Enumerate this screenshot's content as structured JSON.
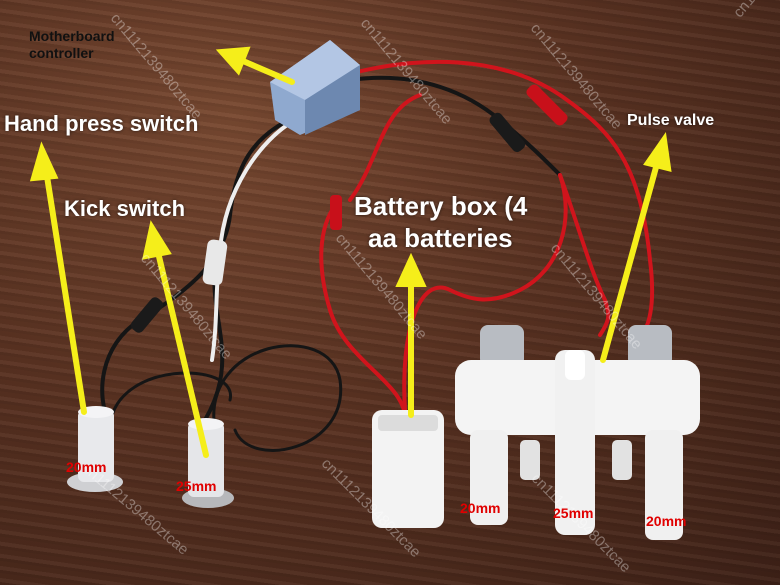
{
  "labels": {
    "motherboard_line1": "Motherboard",
    "motherboard_line2": "controller",
    "hand_press": "Hand press switch",
    "kick": "Kick switch",
    "battery_line1": "Battery box (4",
    "battery_line2": "aa batteries",
    "pulse_valve": "Pulse valve",
    "size_hand": "20mm",
    "size_kick": "25mm",
    "size_valve_left": "20mm",
    "size_valve_mid": "25mm",
    "size_valve_right": "20mm"
  },
  "watermark": "cn1112139480ztcae",
  "colors": {
    "arrow": "#f5ee1a",
    "wire_red": "#d0141c",
    "wire_black": "#151515",
    "wire_white": "#eeeeee",
    "controller_box": "#8fa9cf",
    "size_text": "#e00000"
  }
}
